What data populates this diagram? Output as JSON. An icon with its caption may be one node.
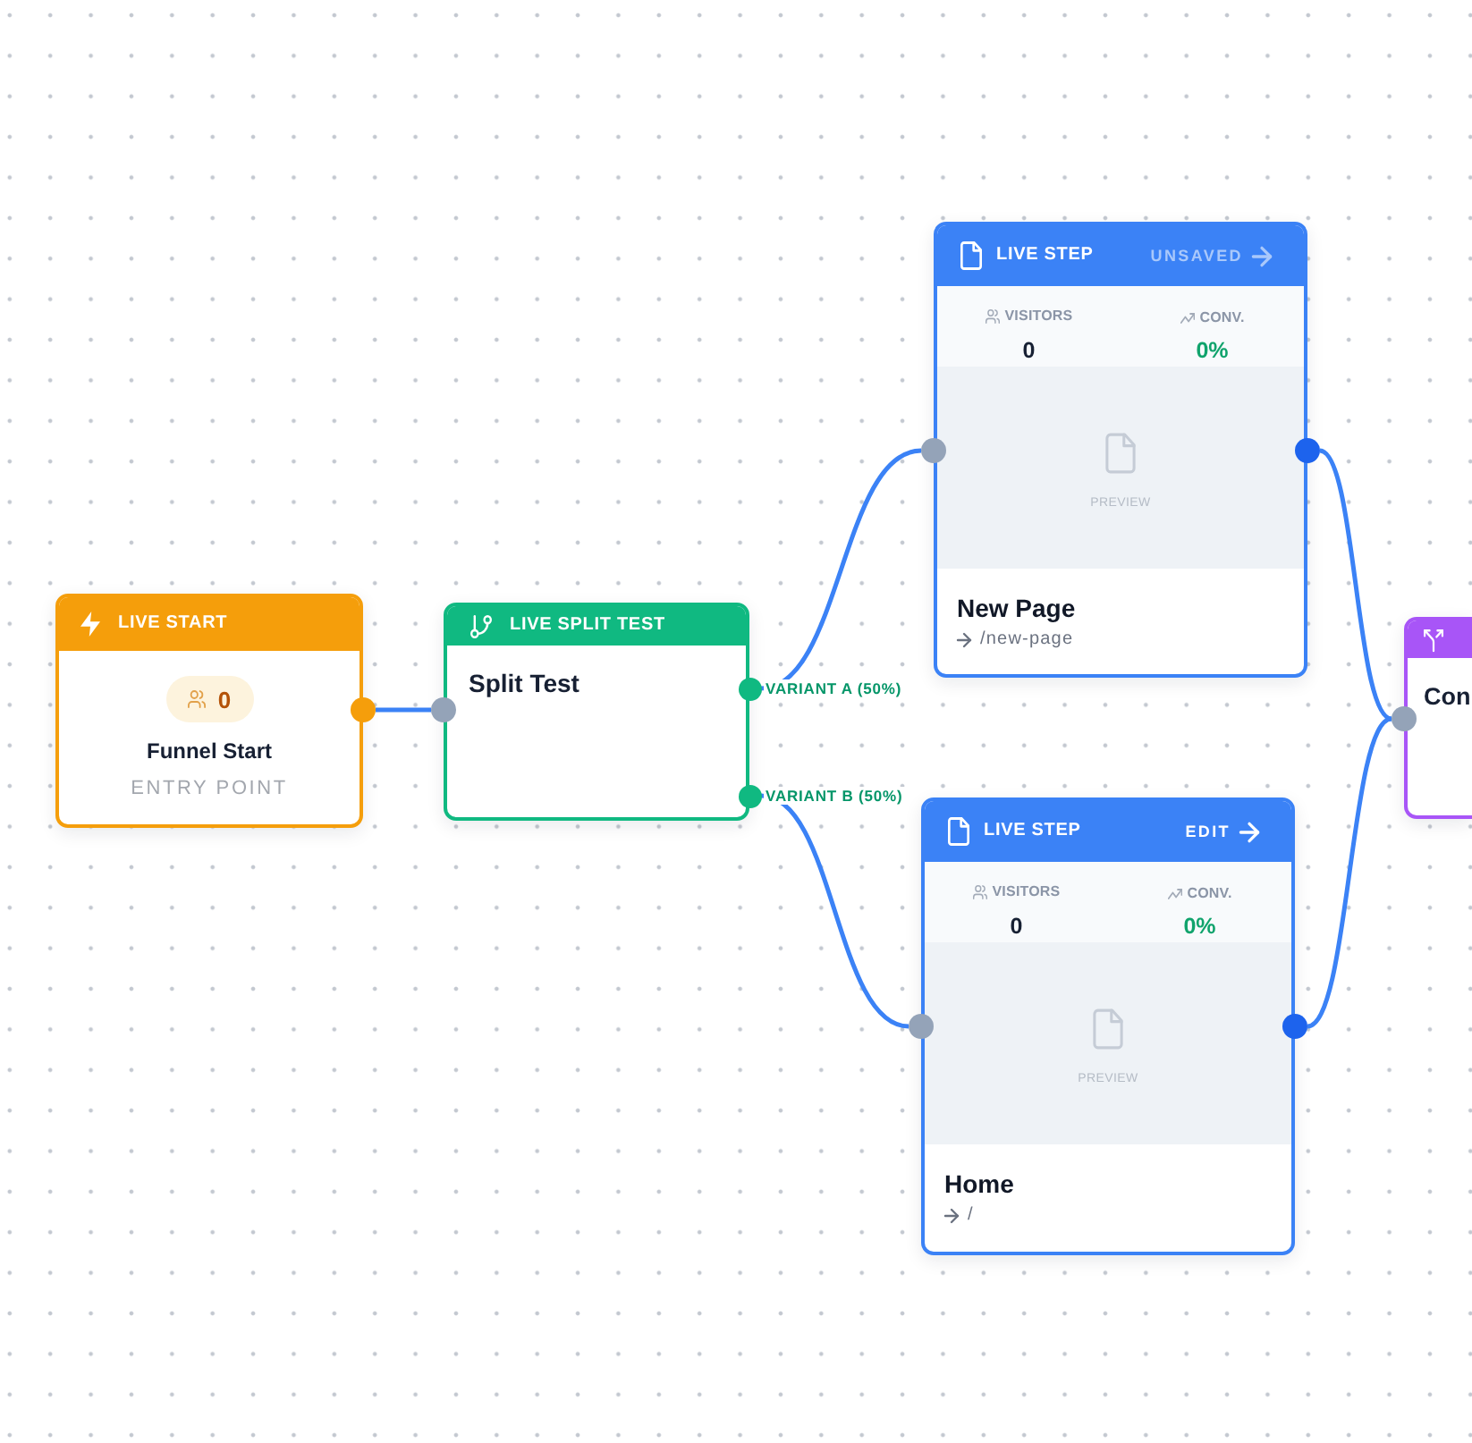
{
  "diagram": {
    "nodes": [
      {
        "text": [
          "LIVE START",
          "0",
          "Funnel Start",
          "ENTRY POINT"
        ]
      },
      {
        "text": [
          "LIVE SPLIT TEST",
          "Split Test"
        ]
      },
      {
        "text": [
          "LIVE STEP",
          "UNSAVED",
          "VISITORS",
          "0",
          "CONV.",
          "0%",
          "PREVIEW",
          "New Page",
          "/new-page"
        ]
      },
      {
        "text": [
          "LIVE STEP",
          "EDIT",
          "VISITORS",
          "0",
          "CONV.",
          "0%",
          "PREVIEW",
          "Home",
          "/"
        ]
      },
      {
        "text": [
          "Con"
        ]
      }
    ],
    "edges": [
      {
        "from": 0,
        "to": 1,
        "arrow": "none"
      },
      {
        "from": 1,
        "to": 2,
        "arrow": "none",
        "label": "VARIANT A (50%)"
      },
      {
        "from": 1,
        "to": 3,
        "arrow": "none",
        "label": "VARIANT B (50%)"
      },
      {
        "from": 2,
        "to": 4,
        "arrow": "none"
      },
      {
        "from": 3,
        "to": 4,
        "arrow": "none"
      }
    ]
  }
}
